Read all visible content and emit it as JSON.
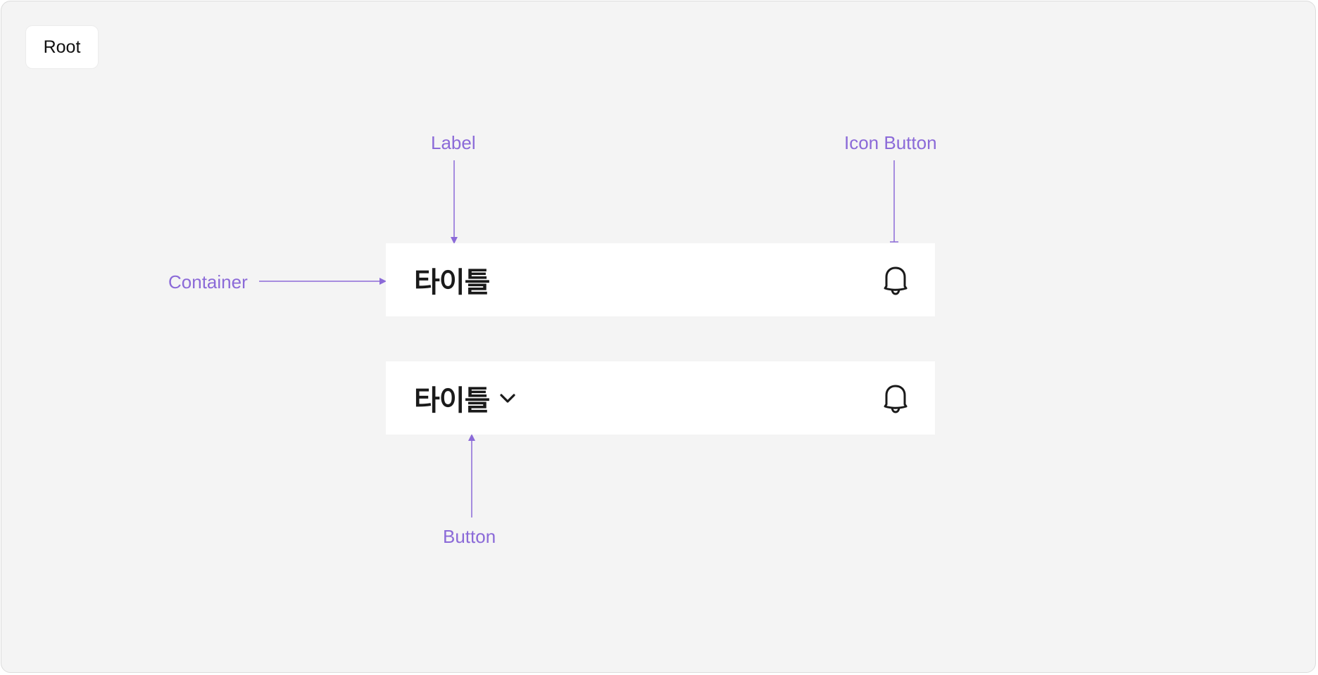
{
  "root": {
    "label": "Root"
  },
  "annotations": {
    "label": "Label",
    "icon_button": "Icon Button",
    "container": "Container",
    "button": "Button"
  },
  "examples": [
    {
      "title": "타이틀",
      "has_dropdown": false,
      "action_icon": "bell-icon"
    },
    {
      "title": "타이틀",
      "has_dropdown": true,
      "dropdown_icon": "chevron-down-icon",
      "action_icon": "bell-icon"
    }
  ],
  "colors": {
    "annotation": "#8b6ad8",
    "canvas": "#f4f4f4",
    "surface": "#ffffff",
    "text": "#1a1a1a"
  }
}
